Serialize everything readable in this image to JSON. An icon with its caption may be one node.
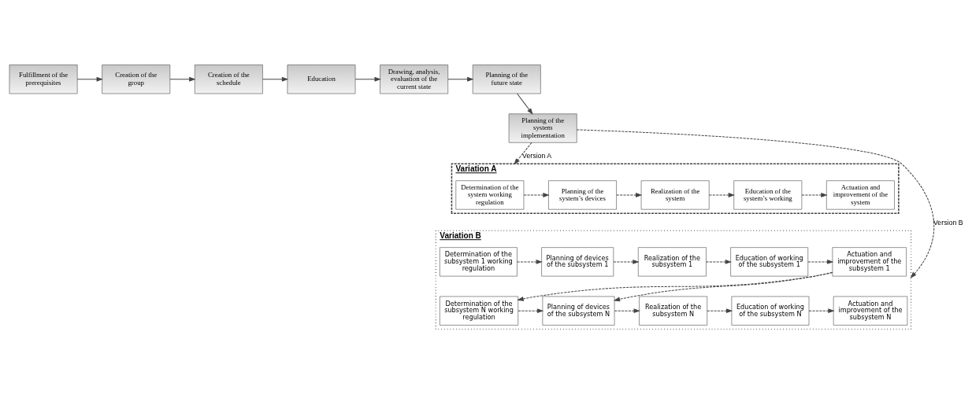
{
  "diagram": {
    "nodes": [
      {
        "text": [
          "Fulfillment of the prerequisites"
        ]
      },
      {
        "text": [
          "Creation of the group"
        ]
      },
      {
        "text": [
          "Creation of the schedule"
        ]
      },
      {
        "text": [
          "Education"
        ]
      },
      {
        "text": [
          "Drawing, analysis, evaluation of the current state"
        ]
      },
      {
        "text": [
          "Planning of the future state"
        ]
      },
      {
        "text": [
          "Variation A"
        ]
      },
      {
        "text": [
          "Actuation and improvement of the system"
        ],
        "in": 6
      },
      {
        "text": [
          "Education of the system’s working"
        ],
        "in": 6
      },
      {
        "text": [
          "Realization of the system"
        ],
        "in": 6
      },
      {
        "text": [
          "Planning of the system’s devices"
        ],
        "in": 6
      },
      {
        "text": [
          "Determination of the system working regulation"
        ],
        "in": 6
      },
      {
        "text": [
          "Variation B"
        ]
      },
      {
        "text": [
          "Actuation and improvement of the subsystem 1"
        ],
        "in": 12
      },
      {
        "text": [
          "Education of working of the subsystem 1"
        ],
        "in": 12
      },
      {
        "text": [
          "Realization of the subsystem 1"
        ],
        "in": 12
      },
      {
        "text": [
          "Planning of devices of the subsystem 1"
        ],
        "in": 12
      },
      {
        "text": [
          "Determination of the subsystem 1 working regulation"
        ],
        "in": 12
      },
      {
        "text": [
          "Actuation and improvement of the subsystem N"
        ],
        "in": 12
      },
      {
        "text": [
          "Education of working of the subsystem N"
        ],
        "in": 12
      },
      {
        "text": [
          "Realization of the subsystem N"
        ],
        "in": 12
      },
      {
        "text": [
          "Planning of devices of the subsystem N"
        ],
        "in": 12
      },
      {
        "text": [
          "Determination of the subsystem N working regulation"
        ],
        "in": 12
      },
      {
        "text": [
          "Planning of the system implementation"
        ]
      }
    ],
    "edges": [
      {
        "from": 0,
        "to": 1,
        "arrow": "to"
      },
      {
        "from": 1,
        "to": 2,
        "arrow": "to"
      },
      {
        "from": 2,
        "to": 3,
        "arrow": "to"
      },
      {
        "from": 3,
        "to": 4,
        "arrow": "to"
      },
      {
        "from": 4,
        "to": 5,
        "arrow": "to"
      },
      {
        "from": 5,
        "to": 23,
        "arrow": "to"
      },
      {
        "from": 23,
        "to": 6,
        "arrow": "to",
        "label": "Version A",
        "style": "dashed"
      },
      {
        "from": 23,
        "to": 12,
        "arrow": "to",
        "label": "Version B",
        "style": "dashed"
      },
      {
        "from": 11,
        "to": 10,
        "arrow": "to",
        "style": "dashed"
      },
      {
        "from": 10,
        "to": 9,
        "arrow": "to",
        "style": "dashed"
      },
      {
        "from": 9,
        "to": 8,
        "arrow": "to",
        "style": "dashed"
      },
      {
        "from": 8,
        "to": 7,
        "arrow": "to",
        "style": "dashed"
      },
      {
        "from": 17,
        "to": 16,
        "arrow": "to",
        "style": "dashed"
      },
      {
        "from": 16,
        "to": 15,
        "arrow": "to",
        "style": "dashed"
      },
      {
        "from": 15,
        "to": 14,
        "arrow": "to",
        "style": "dashed"
      },
      {
        "from": 14,
        "to": 13,
        "arrow": "to",
        "style": "dashed"
      },
      {
        "from": 13,
        "to": 21,
        "arrow": "to",
        "style": "dashed"
      },
      {
        "from": 13,
        "to": 22,
        "arrow": "to",
        "style": "dashed"
      },
      {
        "from": 22,
        "to": 21,
        "arrow": "to",
        "style": "dashed"
      },
      {
        "from": 21,
        "to": 20,
        "arrow": "to",
        "style": "dashed"
      },
      {
        "from": 20,
        "to": 19,
        "arrow": "to",
        "style": "dashed"
      },
      {
        "from": 19,
        "to": 18,
        "arrow": "to",
        "style": "dashed"
      }
    ]
  }
}
